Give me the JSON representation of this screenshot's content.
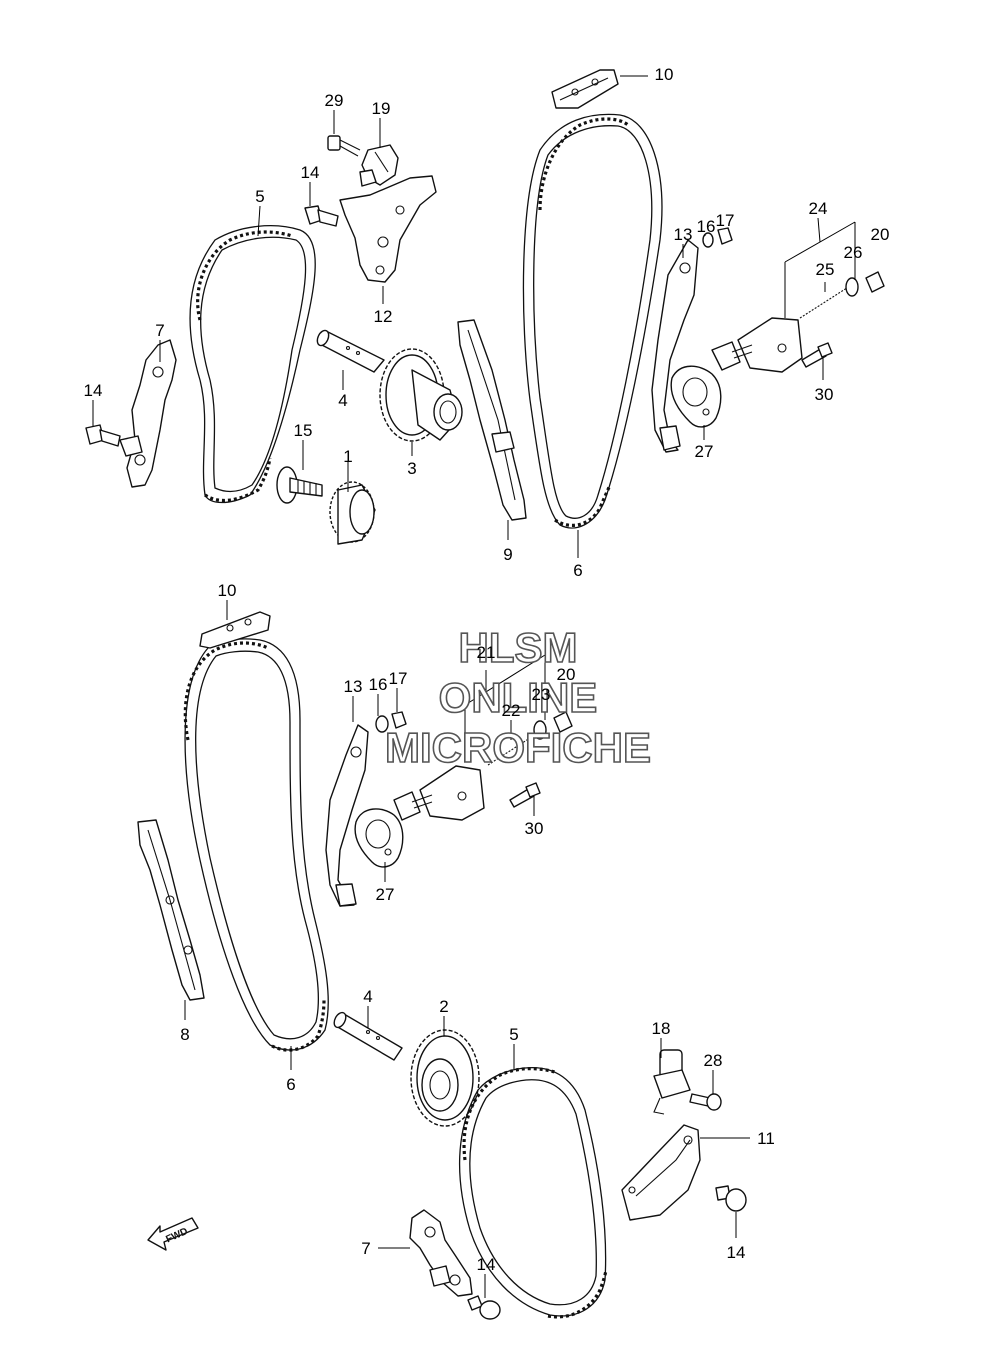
{
  "callouts": [
    {
      "id": "c29",
      "text": "29"
    },
    {
      "id": "c19",
      "text": "19"
    },
    {
      "id": "c14a",
      "text": "14"
    },
    {
      "id": "c5a",
      "text": "5"
    },
    {
      "id": "c12",
      "text": "12"
    },
    {
      "id": "c7a",
      "text": "7"
    },
    {
      "id": "c14b",
      "text": "14"
    },
    {
      "id": "c4a",
      "text": "4"
    },
    {
      "id": "c15",
      "text": "15"
    },
    {
      "id": "c1",
      "text": "1"
    },
    {
      "id": "c3",
      "text": "3"
    },
    {
      "id": "c10a",
      "text": "10"
    },
    {
      "id": "c13a",
      "text": "13"
    },
    {
      "id": "c16a",
      "text": "16"
    },
    {
      "id": "c17a",
      "text": "17"
    },
    {
      "id": "c24",
      "text": "24"
    },
    {
      "id": "c20a",
      "text": "20"
    },
    {
      "id": "c26",
      "text": "26"
    },
    {
      "id": "c25",
      "text": "25"
    },
    {
      "id": "c30a",
      "text": "30"
    },
    {
      "id": "c27a",
      "text": "27"
    },
    {
      "id": "c9",
      "text": "9"
    },
    {
      "id": "c6a",
      "text": "6"
    },
    {
      "id": "c10b",
      "text": "10"
    },
    {
      "id": "c21",
      "text": "21"
    },
    {
      "id": "c20b",
      "text": "20"
    },
    {
      "id": "c13b",
      "text": "13"
    },
    {
      "id": "c16b",
      "text": "16"
    },
    {
      "id": "c17b",
      "text": "17"
    },
    {
      "id": "c23",
      "text": "23"
    },
    {
      "id": "c22",
      "text": "22"
    },
    {
      "id": "c30b",
      "text": "30"
    },
    {
      "id": "c27b",
      "text": "27"
    },
    {
      "id": "c8",
      "text": "8"
    },
    {
      "id": "c4b",
      "text": "4"
    },
    {
      "id": "c2",
      "text": "2"
    },
    {
      "id": "c5b",
      "text": "5"
    },
    {
      "id": "c6b",
      "text": "6"
    },
    {
      "id": "c18",
      "text": "18"
    },
    {
      "id": "c28",
      "text": "28"
    },
    {
      "id": "c11",
      "text": "11"
    },
    {
      "id": "c14c",
      "text": "14"
    },
    {
      "id": "c7b",
      "text": "7"
    },
    {
      "id": "c14d",
      "text": "14"
    }
  ],
  "watermark": {
    "line1": "HLSM",
    "line2": "ONLINE",
    "line3": "MICROFICHE"
  },
  "fwd_label": "FWD",
  "colors": {
    "ink": "#111111",
    "background": "#ffffff",
    "watermark_outline": "#555555"
  }
}
